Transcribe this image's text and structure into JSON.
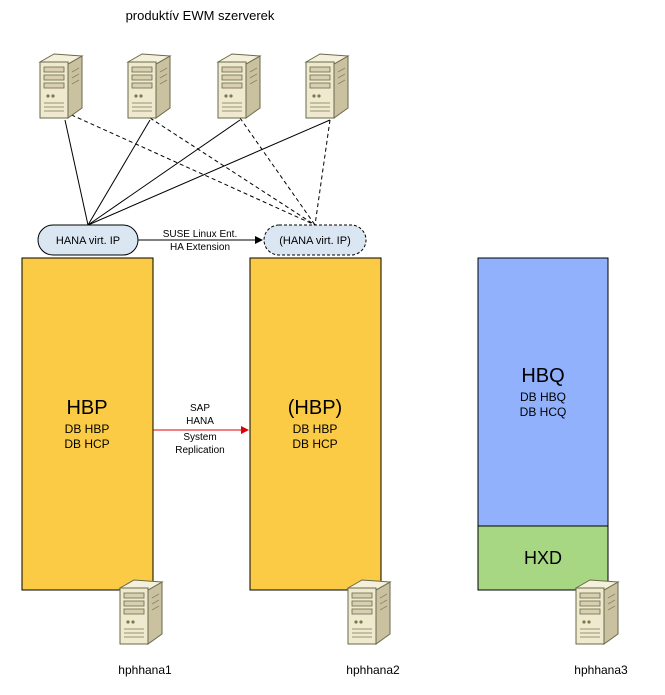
{
  "title": "produktív EWM szerverek",
  "colors": {
    "primary_fill": "#fccb45",
    "secondary_fill": "#92b1fc",
    "green_fill": "#a7d783",
    "vip_fill": "#dae7f3",
    "replication_arrow": "#dd0000",
    "server_body": "#efe9cf",
    "server_stroke": "#6a6a4a"
  },
  "icons": [
    "server-icon"
  ],
  "virtual_ip": {
    "primary": "HANA virt. IP",
    "secondary": "(HANA virt. IP)"
  },
  "ha_link": {
    "line1": "SUSE Linux Ent.",
    "line2": "HA Extension"
  },
  "replication": {
    "line1": "SAP",
    "line2": "HANA",
    "line3": "System",
    "line4": "Replication"
  },
  "nodes": [
    {
      "host": "hphhana1",
      "instance": "HBP",
      "db1": "DB HBP",
      "db2": "DB HCP"
    },
    {
      "host": "hphhana2",
      "instance": "(HBP)",
      "db1": "DB HBP",
      "db2": "DB HCP"
    },
    {
      "host": "hphhana3",
      "instance": "HBQ",
      "db1": "DB HBQ",
      "db2": "DB HCQ",
      "extra_instance": "HXD"
    }
  ]
}
